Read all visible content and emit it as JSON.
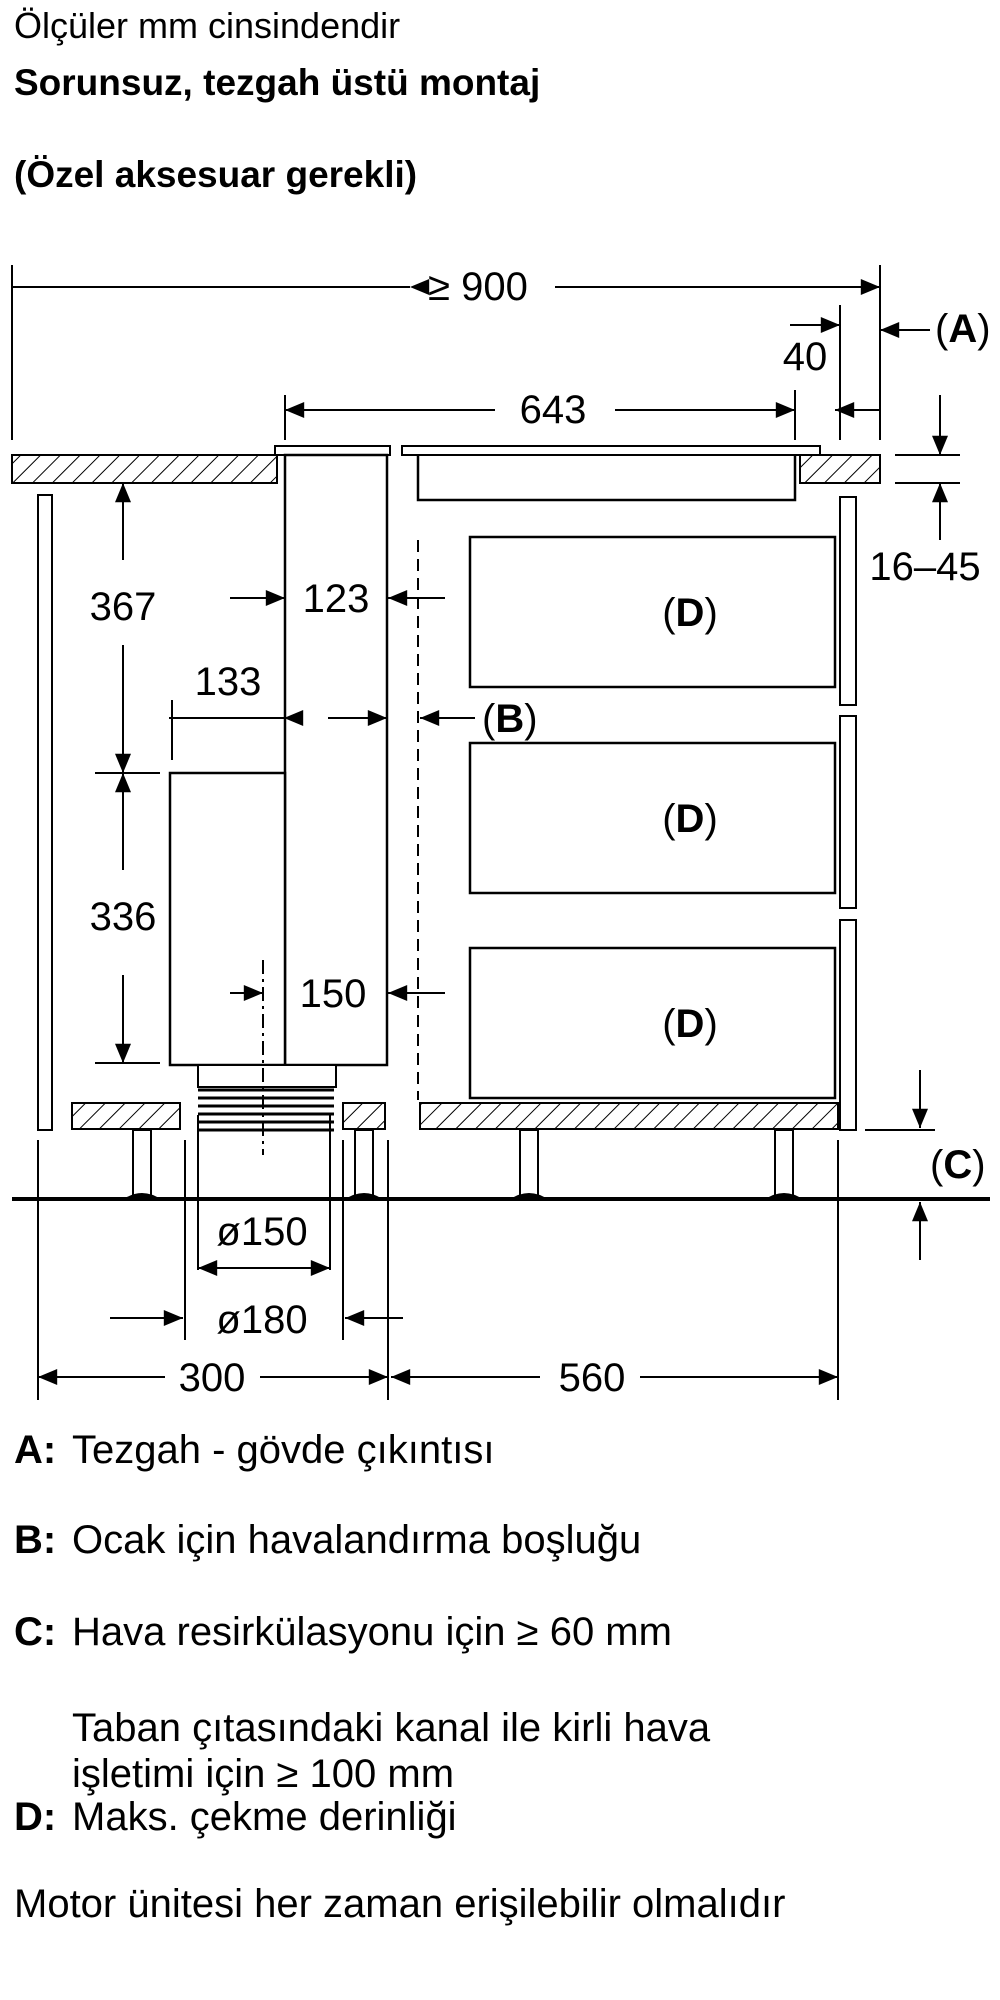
{
  "header": {
    "units_note": "Ölçüler mm cinsindendir",
    "title": "Sorunsuz, tezgah üstü montaj",
    "subtitle": "(Özel aksesuar gerekli)"
  },
  "dimensions": {
    "total_width": "≥ 900",
    "overhang_40": "40",
    "hob_width": "643",
    "height_367": "367",
    "height_336": "336",
    "duct_123": "123",
    "duct_133": "133",
    "duct_150": "150",
    "worktop_thickness": "16–45",
    "dia_150": "ø150",
    "dia_180": "ø180",
    "cabinet_300": "300",
    "cabinet_560": "560"
  },
  "markers": {
    "a": "A",
    "b": "B",
    "c": "C",
    "d": "D"
  },
  "legend": [
    {
      "key": "A:",
      "text": "Tezgah - gövde çıkıntısı"
    },
    {
      "key": "B:",
      "text": "Ocak için havalandırma boşluğu"
    },
    {
      "key": "C:",
      "text": "Hava resirkülasyonu için ≥ 60 mm"
    },
    {
      "key": "D:",
      "text": "Maks. çekme derinliği"
    }
  ],
  "note_c": [
    "Taban çıtasındaki kanal ile kirli hava",
    "işletimi için ≥ 100 mm"
  ],
  "footer": "Motor ünitesi her zaman erişilebilir olmalıdır"
}
